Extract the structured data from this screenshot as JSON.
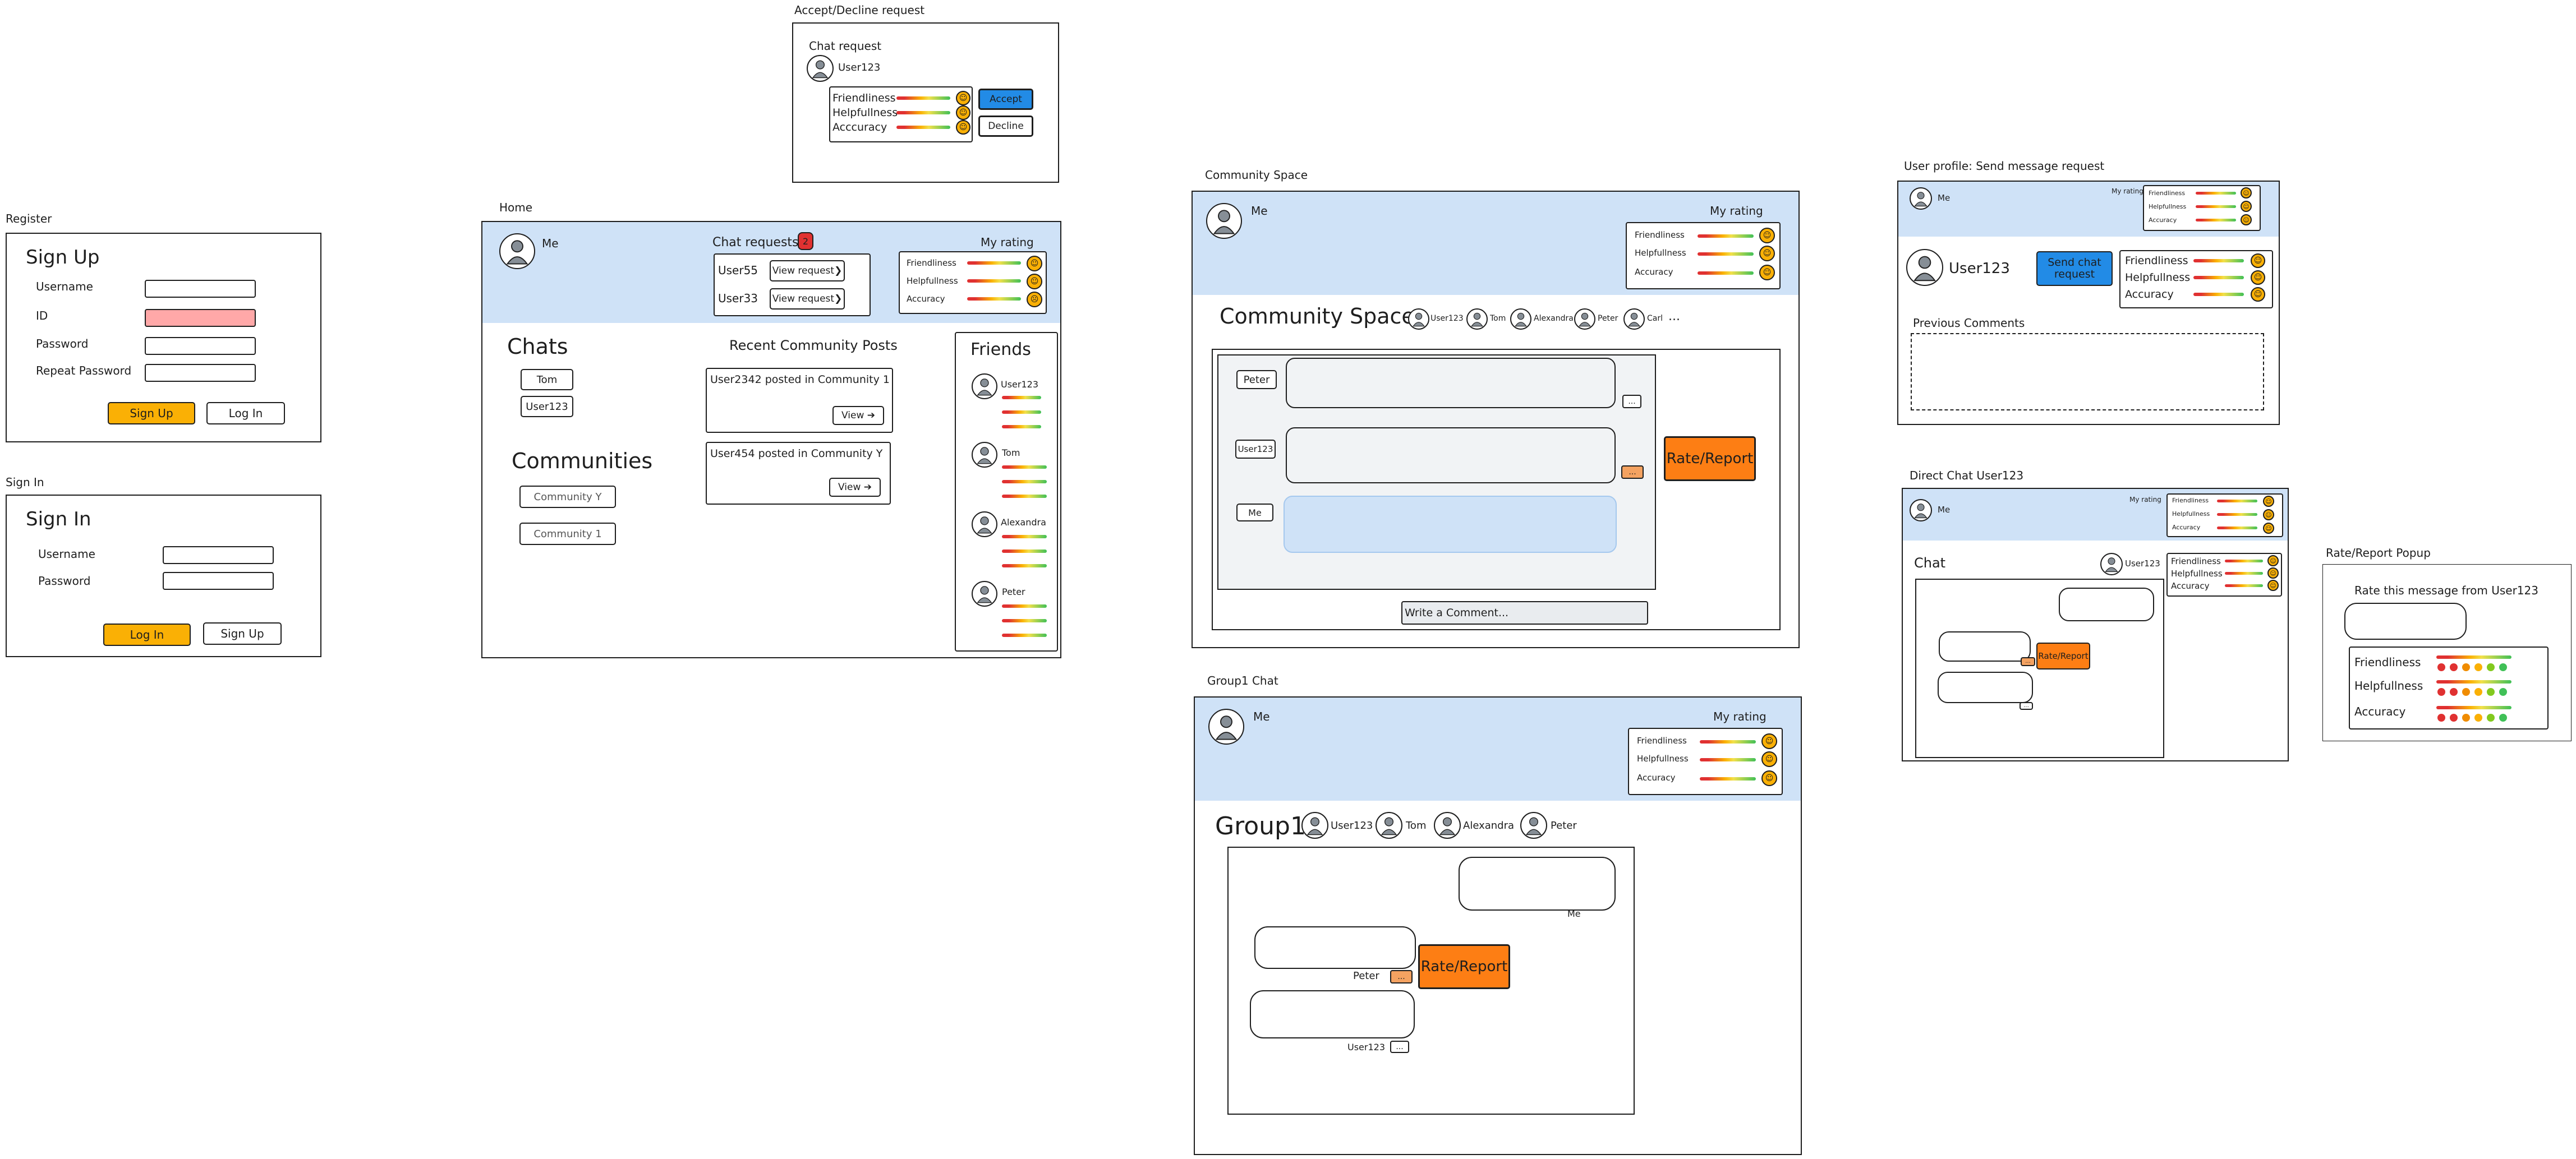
{
  "captions": {
    "register": "Register",
    "sign_in": "Sign In",
    "home": "Home",
    "accept_decline": "Accept/Decline request",
    "community": "Community Space",
    "group_chat": "Group1 Chat",
    "user_profile": "User profile: Send message request",
    "direct_chat": "Direct Chat User123",
    "rate_popup": "Rate/Report Popup"
  },
  "ratings": {
    "friendliness": "Friendliness",
    "helpfullness": "Helpfullness",
    "accuracy": "Accuracy",
    "accuracy_alt": "Acccuracy"
  },
  "common": {
    "me": "Me",
    "my_rating": "My rating",
    "rate_report": "Rate/Report",
    "more": "...",
    "view": "View",
    "friend_user123": "User123",
    "tom": "Tom",
    "alexandra": "Alexandra",
    "peter": "Peter",
    "carl": "Carl",
    "ellipsis": "...",
    "user123": "User123"
  },
  "register": {
    "title": "Sign Up",
    "username": "Username",
    "id": "ID",
    "password": "Password",
    "repeat_password": "Repeat Password",
    "sign_up": "Sign Up",
    "log_in": "Log In"
  },
  "signin": {
    "title": "Sign In",
    "username": "Username",
    "password": "Password",
    "log_in": "Log In",
    "sign_up": "Sign Up"
  },
  "accept": {
    "title": "Chat request",
    "user": "User123",
    "accept": "Accept",
    "decline": "Decline"
  },
  "home": {
    "chat_requests": "Chat requests",
    "requests_count": "2",
    "user55": "User55",
    "user33": "User33",
    "view_request": "View request",
    "chats": "Chats",
    "chat_tom": "Tom",
    "chat_user123": "User123",
    "communities": "Communities",
    "community_y": "Community Y",
    "community_1": "Community 1",
    "recent_posts": "Recent Community Posts",
    "post1": "User2342 posted in Community 1",
    "post2": "User454 posted in Community Y",
    "friends": "Friends"
  },
  "community": {
    "title": "Community Space",
    "msg_peter": "Peter",
    "msg_user123": "User123",
    "msg_me": "Me",
    "write_comment": "Write a Comment..."
  },
  "group": {
    "title": "Group1",
    "label_me": "Me",
    "label_peter": "Peter",
    "label_user123": "User123"
  },
  "profile": {
    "user": "User123",
    "send_request": "Send chat request",
    "previous_comments": "Previous Comments"
  },
  "direct": {
    "chat": "Chat",
    "user": "User123"
  },
  "popup": {
    "prompt": "Rate this message from User123"
  },
  "colors": {
    "header_blue": "#cfe2f7",
    "accent_orange": "#fd7e14",
    "signup_yellow": "#fab005",
    "error_red": "#ffa8a8",
    "accept_blue": "#228be6"
  }
}
